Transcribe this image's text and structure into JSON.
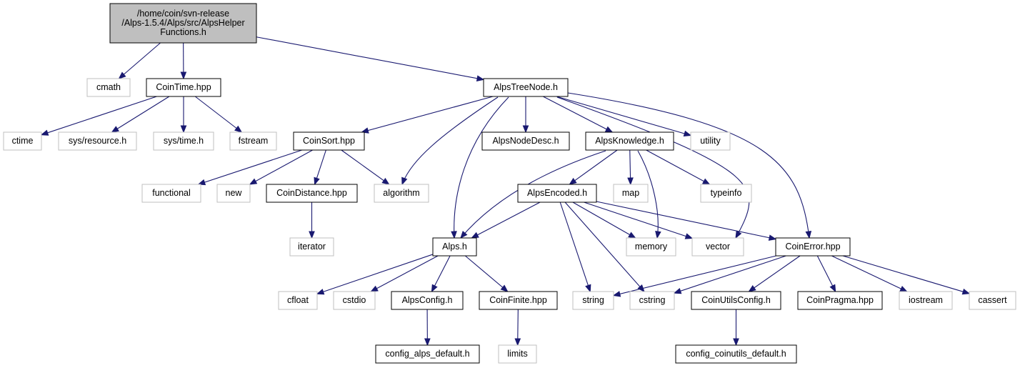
{
  "colors": {
    "edge": "#191970",
    "documented_border": "#000000",
    "external_border": "#bfbfbf",
    "external_text": "#404040",
    "root_fill": "#bfbfbf",
    "node_fill": "#ffffff"
  },
  "graph": {
    "nodes": [
      {
        "id": "root",
        "lines": [
          "/home/coin/svn-release",
          "/Alps-1.5.4/Alps/src/AlpsHelper",
          "Functions.h"
        ],
        "kind": "root"
      },
      {
        "id": "cmath",
        "lines": [
          "cmath"
        ],
        "kind": "external"
      },
      {
        "id": "cointime",
        "lines": [
          "CoinTime.hpp"
        ],
        "kind": "documented"
      },
      {
        "id": "alpstreenode",
        "lines": [
          "AlpsTreeNode.h"
        ],
        "kind": "documented"
      },
      {
        "id": "ctime",
        "lines": [
          "ctime"
        ],
        "kind": "external"
      },
      {
        "id": "sysresource",
        "lines": [
          "sys/resource.h"
        ],
        "kind": "external"
      },
      {
        "id": "systime",
        "lines": [
          "sys/time.h"
        ],
        "kind": "external"
      },
      {
        "id": "fstream",
        "lines": [
          "fstream"
        ],
        "kind": "external"
      },
      {
        "id": "coinsort",
        "lines": [
          "CoinSort.hpp"
        ],
        "kind": "documented"
      },
      {
        "id": "alpsnodedesc",
        "lines": [
          "AlpsNodeDesc.h"
        ],
        "kind": "documented"
      },
      {
        "id": "alpsknowledge",
        "lines": [
          "AlpsKnowledge.h"
        ],
        "kind": "documented"
      },
      {
        "id": "utility",
        "lines": [
          "utility"
        ],
        "kind": "external"
      },
      {
        "id": "functional",
        "lines": [
          "functional"
        ],
        "kind": "external"
      },
      {
        "id": "new",
        "lines": [
          "new"
        ],
        "kind": "external"
      },
      {
        "id": "coindistance",
        "lines": [
          "CoinDistance.hpp"
        ],
        "kind": "documented"
      },
      {
        "id": "algorithm",
        "lines": [
          "algorithm"
        ],
        "kind": "external"
      },
      {
        "id": "alpsencoded",
        "lines": [
          "AlpsEncoded.h"
        ],
        "kind": "documented"
      },
      {
        "id": "map",
        "lines": [
          "map"
        ],
        "kind": "external"
      },
      {
        "id": "typeinfo",
        "lines": [
          "typeinfo"
        ],
        "kind": "external"
      },
      {
        "id": "iterator",
        "lines": [
          "iterator"
        ],
        "kind": "external"
      },
      {
        "id": "alpsh",
        "lines": [
          "Alps.h"
        ],
        "kind": "documented"
      },
      {
        "id": "memory",
        "lines": [
          "memory"
        ],
        "kind": "external"
      },
      {
        "id": "vector",
        "lines": [
          "vector"
        ],
        "kind": "external"
      },
      {
        "id": "coinerror",
        "lines": [
          "CoinError.hpp"
        ],
        "kind": "documented"
      },
      {
        "id": "cfloat",
        "lines": [
          "cfloat"
        ],
        "kind": "external"
      },
      {
        "id": "cstdio",
        "lines": [
          "cstdio"
        ],
        "kind": "external"
      },
      {
        "id": "alpsconfig",
        "lines": [
          "AlpsConfig.h"
        ],
        "kind": "documented"
      },
      {
        "id": "coinfinite",
        "lines": [
          "CoinFinite.hpp"
        ],
        "kind": "documented"
      },
      {
        "id": "string",
        "lines": [
          "string"
        ],
        "kind": "external"
      },
      {
        "id": "cstring",
        "lines": [
          "cstring"
        ],
        "kind": "external"
      },
      {
        "id": "coinutilsconfig",
        "lines": [
          "CoinUtilsConfig.h"
        ],
        "kind": "documented"
      },
      {
        "id": "coinpragma",
        "lines": [
          "CoinPragma.hpp"
        ],
        "kind": "documented"
      },
      {
        "id": "iostream",
        "lines": [
          "iostream"
        ],
        "kind": "external"
      },
      {
        "id": "cassert",
        "lines": [
          "cassert"
        ],
        "kind": "external"
      },
      {
        "id": "configalps",
        "lines": [
          "config_alps_default.h"
        ],
        "kind": "documented"
      },
      {
        "id": "limits",
        "lines": [
          "limits"
        ],
        "kind": "external"
      },
      {
        "id": "configcoinutils",
        "lines": [
          "config_coinutils_default.h"
        ],
        "kind": "documented"
      }
    ],
    "edges": [
      [
        "root",
        "cmath"
      ],
      [
        "root",
        "cointime"
      ],
      [
        "root",
        "alpstreenode"
      ],
      [
        "cointime",
        "ctime"
      ],
      [
        "cointime",
        "sysresource"
      ],
      [
        "cointime",
        "systime"
      ],
      [
        "cointime",
        "fstream"
      ],
      [
        "alpstreenode",
        "coinsort"
      ],
      [
        "alpstreenode",
        "algorithm"
      ],
      [
        "alpstreenode",
        "alpsh"
      ],
      [
        "alpstreenode",
        "alpsnodedesc"
      ],
      [
        "alpstreenode",
        "alpsknowledge"
      ],
      [
        "alpstreenode",
        "utility"
      ],
      [
        "alpstreenode",
        "vector"
      ],
      [
        "alpstreenode",
        "coinerror"
      ],
      [
        "coinsort",
        "functional"
      ],
      [
        "coinsort",
        "new"
      ],
      [
        "coinsort",
        "coindistance"
      ],
      [
        "coinsort",
        "algorithm"
      ],
      [
        "coindistance",
        "iterator"
      ],
      [
        "alpsknowledge",
        "alpsh"
      ],
      [
        "alpsknowledge",
        "alpsencoded"
      ],
      [
        "alpsknowledge",
        "map"
      ],
      [
        "alpsknowledge",
        "memory"
      ],
      [
        "alpsknowledge",
        "typeinfo"
      ],
      [
        "alpsencoded",
        "alpsh"
      ],
      [
        "alpsencoded",
        "string"
      ],
      [
        "alpsencoded",
        "cstring"
      ],
      [
        "alpsencoded",
        "memory"
      ],
      [
        "alpsencoded",
        "vector"
      ],
      [
        "alpsencoded",
        "coinerror"
      ],
      [
        "alpsh",
        "cfloat"
      ],
      [
        "alpsh",
        "cstdio"
      ],
      [
        "alpsh",
        "alpsconfig"
      ],
      [
        "alpsh",
        "coinfinite"
      ],
      [
        "alpsconfig",
        "configalps"
      ],
      [
        "coinfinite",
        "limits"
      ],
      [
        "coinerror",
        "string"
      ],
      [
        "coinerror",
        "cstring"
      ],
      [
        "coinerror",
        "coinutilsconfig"
      ],
      [
        "coinerror",
        "coinpragma"
      ],
      [
        "coinerror",
        "iostream"
      ],
      [
        "coinerror",
        "cassert"
      ],
      [
        "coinutilsconfig",
        "configcoinutils"
      ]
    ]
  }
}
